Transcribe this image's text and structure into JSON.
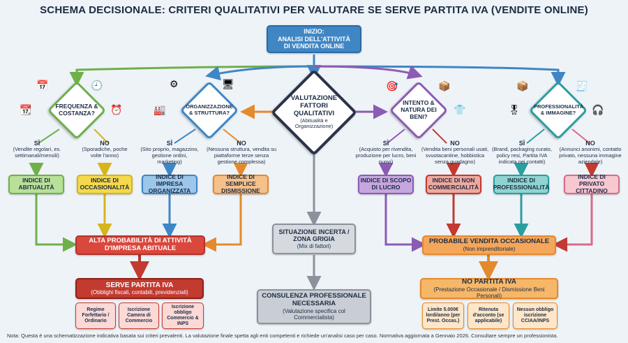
{
  "title": "SCHEMA DECISIONALE: CRITERI QUALITATIVI PER VALUTARE SE SERVE PARTITA IVA (VENDITE ONLINE)",
  "start": {
    "line1": "INIZIO:",
    "line2": "ANALISI DELL'ATTIVITÀ",
    "line3": "DI VENDITA ONLINE"
  },
  "center": {
    "line1": "VALUTAZIONE",
    "line2": "FATTORI",
    "line3": "QUALITATIVI",
    "sub": "(Abitualità e Organizzazione)"
  },
  "diamonds": {
    "freq": "FREQUENZA & COSTANZA?",
    "org": "ORGANIZZAZIONE & STRUTTURA?",
    "intent": "INTENTO & NATURA DEI BENI?",
    "prof": "PROFESSIONALITÀ & IMMAGINE?"
  },
  "answers": {
    "freq_yes": {
      "label": "SÌ",
      "text": "(Vendite regolari, es. settimanali/mensili)"
    },
    "freq_no": {
      "label": "NO",
      "text": "(Sporadiche, poche volte l'anno)"
    },
    "org_yes": {
      "label": "SÌ",
      "text": "(Sito proprio, magazzino, gestione ordini, marketing)"
    },
    "org_no": {
      "label": "NO",
      "text": "(Nessuna struttura, vendita su piattaforme terze senza gestione complessa)"
    },
    "intent_yes": {
      "label": "SÌ",
      "text": "(Acquisto per rivendita, produzione per lucro, beni nuovi)"
    },
    "intent_no": {
      "label": "NO",
      "text": "(Vendita beni personali usati, svuotacantine, hobbistica senza guadagno)"
    },
    "prof_yes": {
      "label": "SÌ",
      "text": "(Brand, packaging curato, policy resi, Partita IVA indicata nei contatti)"
    },
    "prof_no": {
      "label": "NO",
      "text": "(Annunci anonimi, contatto privato, nessuna immagine aziendale)"
    }
  },
  "indices": {
    "abitualita": "INDICE DI ABITUALITÀ",
    "occasionalita": "INDICE DI OCCASIONALITÀ",
    "impresa_org": "INDICE DI IMPRESA ORGANIZZATA",
    "semplice_dism": "INDICE DI SEMPLICE DISMISSIONE",
    "scopo_lucro": "INDICE DI SCOPO DI LUCRO",
    "non_comm": "INDICE DI NON COMMERCIALITÀ",
    "professionalita": "INDICE DI PROFESSIONALITÀ",
    "privato": "INDICE DI PRIVATO CITTADINO"
  },
  "outcomes": {
    "alta": {
      "line1": "ALTA PROBABILITÀ DI ATTIVITÀ",
      "line2": "D'IMPRESA ABITUALE"
    },
    "incerta": {
      "line1": "SITUAZIONE INCERTA /",
      "line2": "ZONA GRIGIA",
      "sub": "(Mix di fattori)"
    },
    "occasionale": {
      "line1": "PROBABILE VENDITA OCCASIONALE",
      "sub": "(Non imprenditoriale)"
    },
    "serve_iva": {
      "line1": "SERVE PARTITA IVA",
      "sub": "(Obblighi fiscali, contabili, previdenziali)"
    },
    "consulenza": {
      "line1": "CONSULENZA PROFESSIONALE",
      "line2": "NECESSARIA",
      "sub": "(Valutazione specifica col Commercialista)"
    },
    "no_iva": {
      "line1": "NO PARTITA IVA",
      "sub": "(Prestazione Occasionale / Dismissione Beni Personali)"
    }
  },
  "details": {
    "left": [
      "Regime Forfettario / Ordinario",
      "Iscrizione Camera di Commercio",
      "Iscrizione obbligo Commercio & INPS"
    ],
    "right": [
      "Limite 5.000€ lordi/anno (per Prest. Occas.)",
      "Ritenuta d'acconto (se applicabile)",
      "Nessun obbligo iscrizione CCIAA/INPS"
    ]
  },
  "note": "Nota: Questa è una schematizzazione indicativa basata sui criteri prevalenti. La valutazione finale spetta agli enti competenti e richiede un'analisi caso per caso. Normativa aggiornata a Gennaio 2026. Consultare sempre un professionista.",
  "colors": {
    "green": "#9bd07a",
    "yellow": "#f5d94a",
    "blue": "#4e97d1",
    "orange": "#f4a65a",
    "purple": "#a77bc8",
    "red": "#d94b41",
    "pink": "#f3a6b7",
    "teal": "#3ab3b5",
    "gray": "#9aa3ad",
    "darkred": "#b43329",
    "lightorange": "#f6b769"
  }
}
